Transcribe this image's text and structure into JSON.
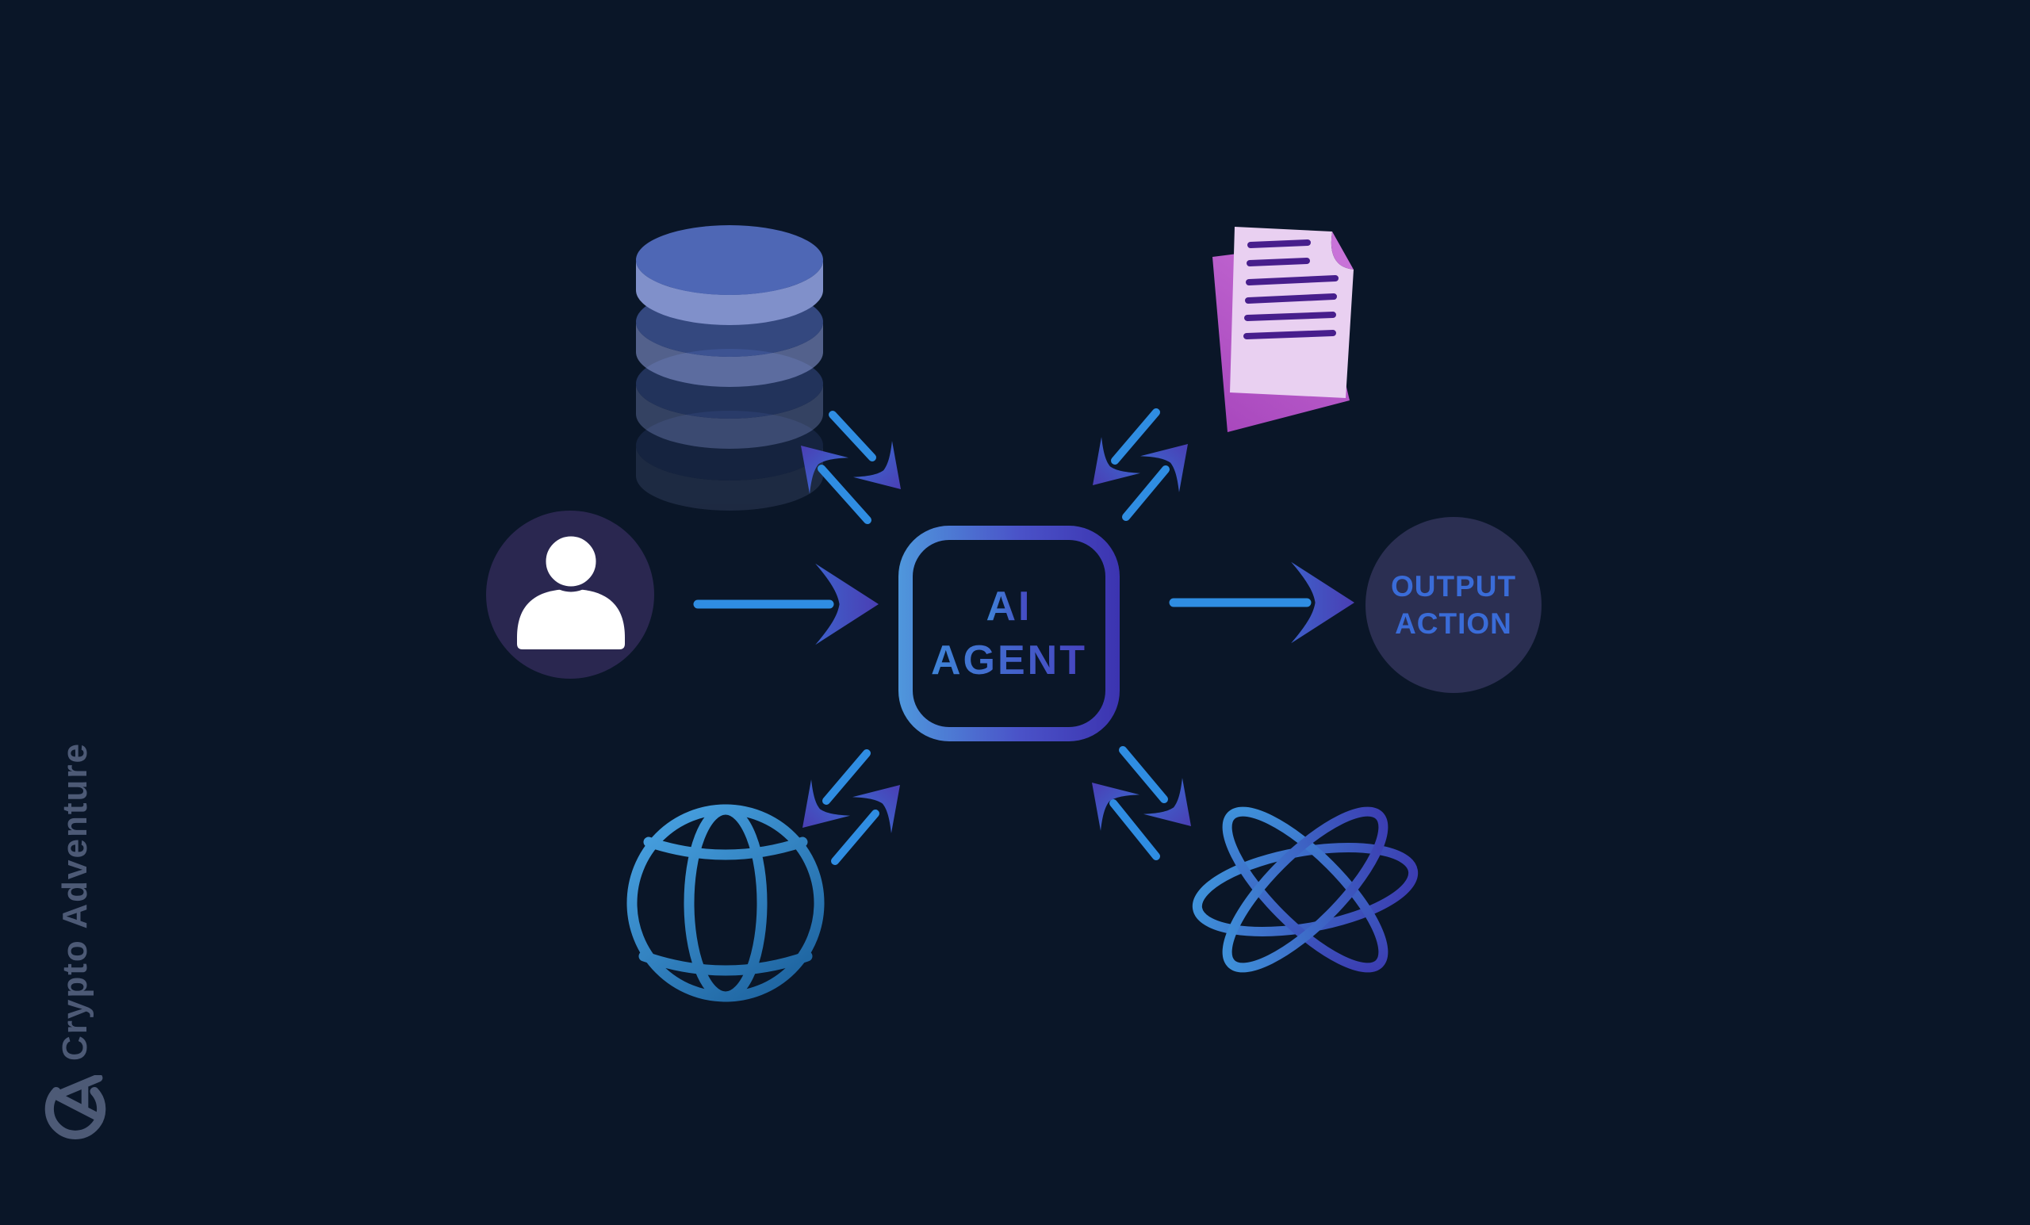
{
  "title": "AI Agent diagram",
  "background_color": "#0a1628",
  "watermark": {
    "text": "Crypto Adventure",
    "color": "#4d5a76",
    "logo": "crypto-adventure-ca-logo"
  },
  "nodes": {
    "user": {
      "icon": "user-icon",
      "shape": "circle"
    },
    "agent": {
      "label_line1": "AI",
      "label_line2": "AGENT",
      "shape": "rounded-square-outline"
    },
    "output": {
      "label_line1": "OUTPUT",
      "label_line2": "ACTION",
      "shape": "circle"
    },
    "database": {
      "icon": "database-icon"
    },
    "documents": {
      "icon": "documents-icon"
    },
    "web": {
      "icon": "globe-icon"
    },
    "science": {
      "icon": "atom-icon"
    }
  },
  "edges": [
    {
      "from": "user",
      "to": "agent",
      "type": "one-way"
    },
    {
      "from": "agent",
      "to": "output",
      "type": "one-way"
    },
    {
      "from": "agent",
      "to": "database",
      "type": "two-way"
    },
    {
      "from": "agent",
      "to": "documents",
      "type": "two-way"
    },
    {
      "from": "agent",
      "to": "web",
      "type": "two-way"
    },
    {
      "from": "agent",
      "to": "science",
      "type": "two-way"
    }
  ],
  "colors": {
    "arrow_shaft": "#2f8de2",
    "arrow_head_back": "#3e60ca",
    "arrow_head_tip": "#4a3eb4",
    "agent_border_gradient": [
      "#4f97dc",
      "#3c34b0"
    ],
    "agent_text_gradient": [
      "#3f85d8",
      "#4743c0"
    ],
    "output_text": "#3a6cd8",
    "user_circle_fill": "#2a2750",
    "output_circle_fill": "#2b2f52",
    "database_top": "#4e67b5",
    "database_rim": "#8090ca",
    "paper_front": "#e9d0f1",
    "paper_back": "#b85ac9",
    "paper_fold": "#c873d8",
    "paper_lines": "#471e8c",
    "globe_gradient": [
      "#47a0e0",
      "#1d639f"
    ],
    "atom_gradient": [
      "#3f9ade",
      "#3b35ae"
    ]
  }
}
